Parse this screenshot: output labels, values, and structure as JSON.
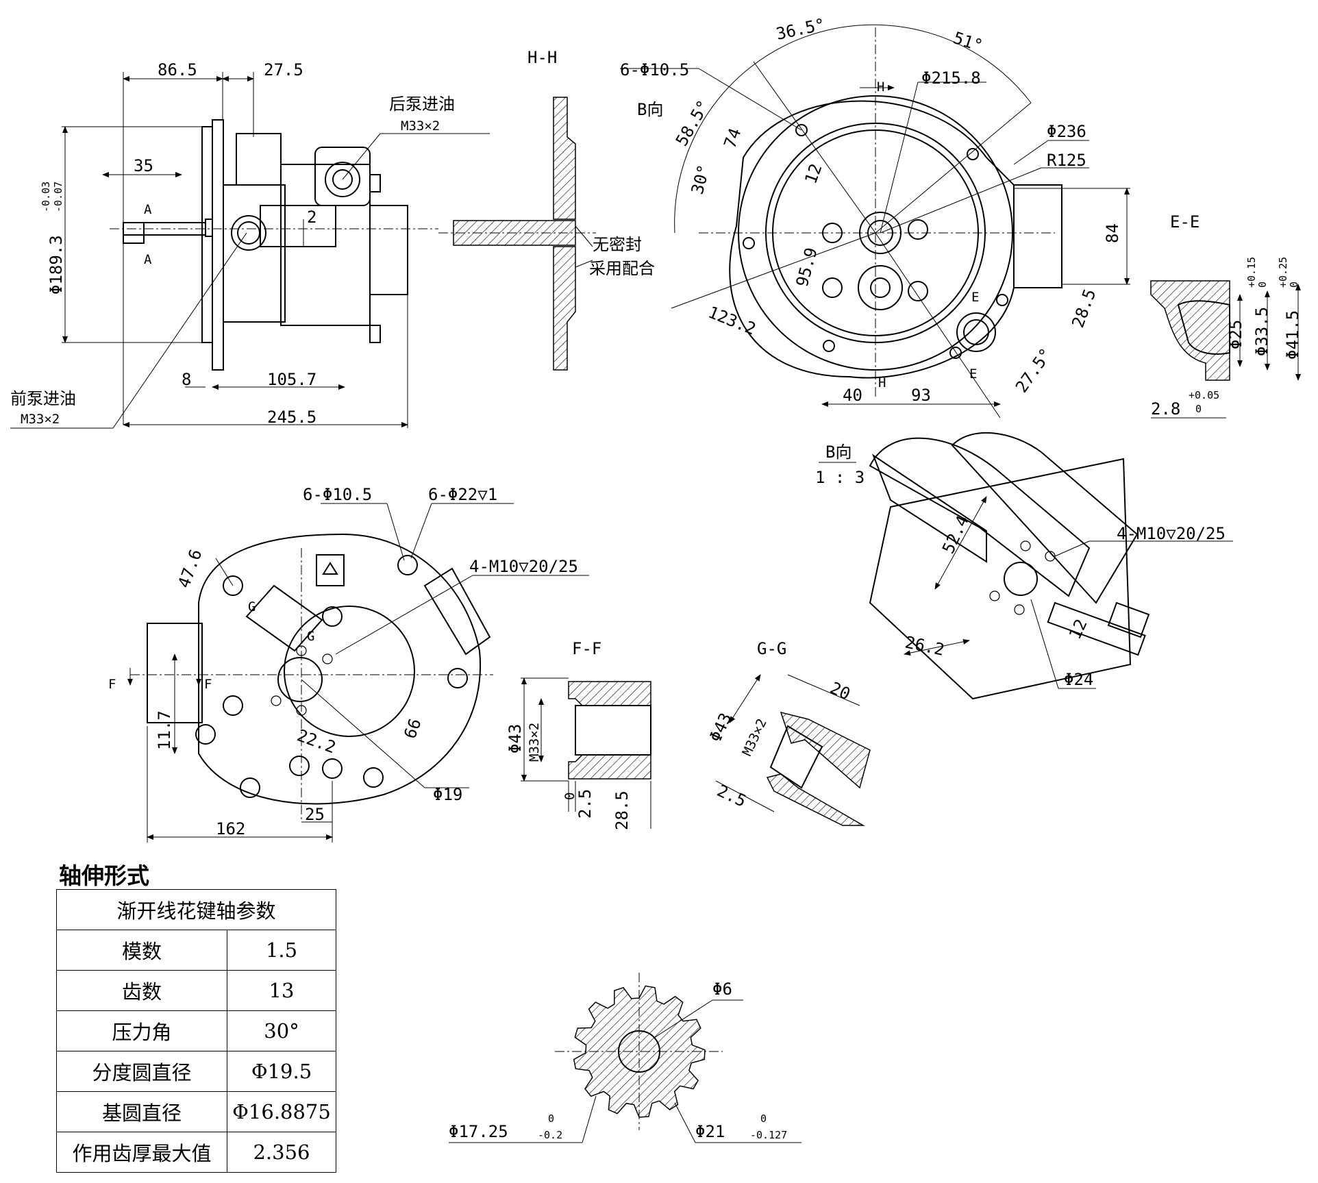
{
  "front_view": {
    "dims": [
      "86.5",
      "27.5",
      "35",
      "2",
      "8",
      "105.7",
      "245.5"
    ],
    "dia_dim": "Φ189.3",
    "tol_upper": "-0.03",
    "tol_lower": "-0.07",
    "section_mark": "A",
    "rear_inlet_label": "后泵进油",
    "rear_inlet_thread": "M33×2",
    "front_inlet_label": "前泵进油",
    "front_inlet_thread": "M33×2"
  },
  "section_hh": {
    "title": "H-H",
    "note_1": "无密封",
    "note_2": "采用配合"
  },
  "flange_view": {
    "b_dir": "B向",
    "hole_note": "6-Φ10.5",
    "dia_1": "Φ215.8",
    "dia_2": "Φ236",
    "radius": "R125",
    "angles": [
      "36.5°",
      "51°",
      "58.5°",
      "30°",
      "27.5°"
    ],
    "dims": [
      "74",
      "12",
      "95.9",
      "123.2",
      "84",
      "28.5",
      "40",
      "93"
    ],
    "marks": [
      "H",
      "H",
      "E",
      "E"
    ]
  },
  "section_ee": {
    "title": "E-E",
    "dims": [
      "Φ25",
      "Φ33.5",
      "Φ41.5",
      "2.8"
    ],
    "tol_1": [
      "+0.15",
      "0"
    ],
    "tol_2": [
      "+0.25",
      "0"
    ],
    "tol_3": [
      "+0.05",
      "0"
    ]
  },
  "b_view": {
    "title": "B向",
    "scale": "1 : 3",
    "thread_note": "4-M10▽20/25",
    "dims": [
      "52.4",
      "26.2",
      "12",
      "Φ24"
    ]
  },
  "rear_view": {
    "hole_note_1": "6-Φ10.5",
    "hole_note_2": "6-Φ22▽1",
    "thread_note": "4-M10▽20/25",
    "dims": [
      "47.6",
      "11.7",
      "162",
      "25",
      "22.2",
      "66",
      "Φ19"
    ],
    "marks": [
      "F",
      "F",
      "G",
      "G"
    ]
  },
  "section_ff": {
    "title": "F-F",
    "dims": [
      "Φ43",
      "M33×2",
      "0",
      "2.5",
      "28.5"
    ]
  },
  "section_gg": {
    "title": "G-G",
    "dims": [
      "20",
      "Φ43",
      "M33×2",
      "2.5"
    ]
  },
  "spline_view": {
    "hole_dia": "Φ6",
    "root_dia": "Φ17.25",
    "root_tol": [
      "0",
      "-0.2"
    ],
    "tip_dia": "Φ21",
    "tip_tol": [
      "0",
      "-0.127"
    ]
  },
  "spline_table": {
    "heading": "轴伸形式",
    "title": "渐开线花键轴参数",
    "rows": [
      {
        "param": "模数",
        "value": "1.5"
      },
      {
        "param": "齿数",
        "value": "13"
      },
      {
        "param": "压力角",
        "value": "30°"
      },
      {
        "param": "分度圆直径",
        "value": "Φ19.5"
      },
      {
        "param": "基圆直径",
        "value": "Φ16.8875"
      },
      {
        "param": "作用齿厚最大值",
        "value": "2.356"
      }
    ]
  }
}
